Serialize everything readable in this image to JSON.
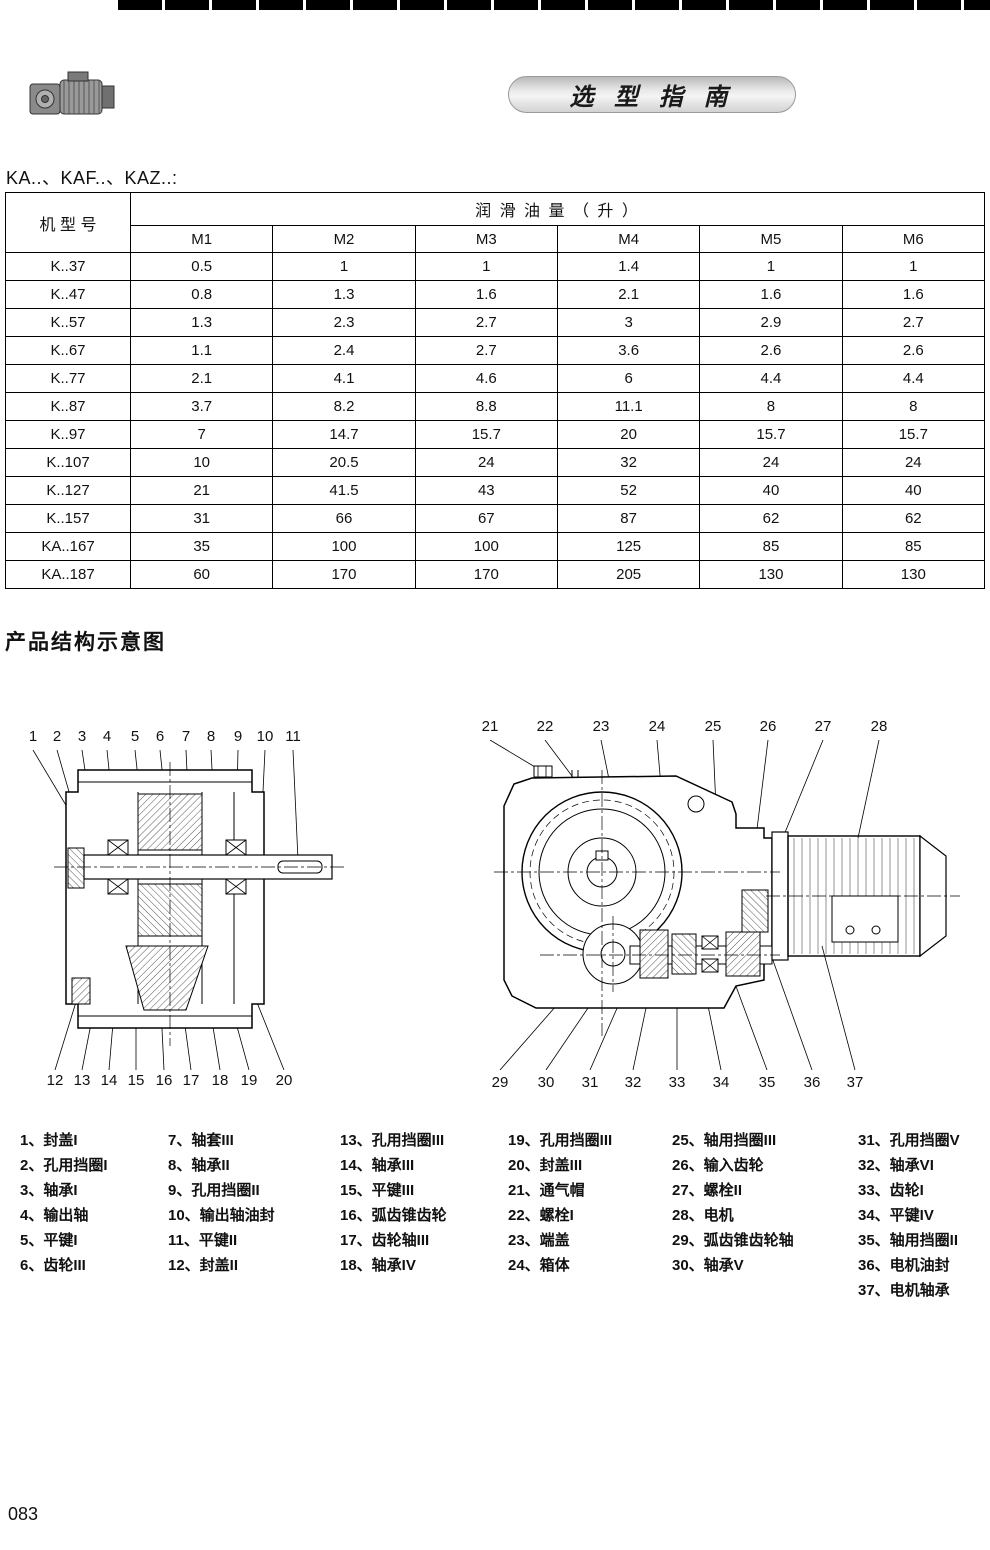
{
  "page_number": "083",
  "header": {
    "title": "选 型 指 南",
    "logo_icon": "gearmotor-photo"
  },
  "series_label": "KA..、KAF..、KAZ..:",
  "table": {
    "row_header": "机 型 号",
    "group_header": "润 滑 油 量 （ 升 ）",
    "columns": [
      "M1",
      "M2",
      "M3",
      "M4",
      "M5",
      "M6"
    ],
    "rows": [
      {
        "model": "K..37",
        "values": [
          "0.5",
          "1",
          "1",
          "1.4",
          "1",
          "1"
        ]
      },
      {
        "model": "K..47",
        "values": [
          "0.8",
          "1.3",
          "1.6",
          "2.1",
          "1.6",
          "1.6"
        ]
      },
      {
        "model": "K..57",
        "values": [
          "1.3",
          "2.3",
          "2.7",
          "3",
          "2.9",
          "2.7"
        ]
      },
      {
        "model": "K..67",
        "values": [
          "1.1",
          "2.4",
          "2.7",
          "3.6",
          "2.6",
          "2.6"
        ]
      },
      {
        "model": "K..77",
        "values": [
          "2.1",
          "4.1",
          "4.6",
          "6",
          "4.4",
          "4.4"
        ]
      },
      {
        "model": "K..87",
        "values": [
          "3.7",
          "8.2",
          "8.8",
          "11.1",
          "8",
          "8"
        ]
      },
      {
        "model": "K..97",
        "values": [
          "7",
          "14.7",
          "15.7",
          "20",
          "15.7",
          "15.7"
        ]
      },
      {
        "model": "K..107",
        "values": [
          "10",
          "20.5",
          "24",
          "32",
          "24",
          "24"
        ]
      },
      {
        "model": "K..127",
        "values": [
          "21",
          "41.5",
          "43",
          "52",
          "40",
          "40"
        ]
      },
      {
        "model": "K..157",
        "values": [
          "31",
          "66",
          "67",
          "87",
          "62",
          "62"
        ]
      },
      {
        "model": "KA..167",
        "values": [
          "35",
          "100",
          "100",
          "125",
          "85",
          "85"
        ]
      },
      {
        "model": "KA..187",
        "values": [
          "60",
          "170",
          "170",
          "205",
          "130",
          "130"
        ]
      }
    ]
  },
  "section_title": "产品结构示意图",
  "diagrams": {
    "left": {
      "top_callouts": [
        "1",
        "2",
        "3",
        "4",
        "5",
        "6",
        "7",
        "8",
        "9",
        "10",
        "11"
      ],
      "bottom_callouts": [
        "12",
        "13",
        "14",
        "15",
        "16",
        "17",
        "18",
        "19",
        "20"
      ]
    },
    "right": {
      "top_callouts": [
        "21",
        "22",
        "23",
        "24",
        "25",
        "26",
        "27",
        "28"
      ],
      "bottom_callouts": [
        "29",
        "30",
        "31",
        "32",
        "33",
        "34",
        "35",
        "36",
        "37"
      ]
    }
  },
  "legend_columns": [
    [
      "1、封盖I",
      "2、孔用挡圈I",
      "3、轴承I",
      "4、输出轴",
      "5、平键I",
      "6、齿轮III"
    ],
    [
      "7、轴套III",
      "8、轴承II",
      "9、孔用挡圈II",
      "10、输出轴油封",
      "11、平键II",
      "12、封盖II"
    ],
    [
      "13、孔用挡圈III",
      "14、轴承III",
      "15、平键III",
      "16、弧齿锥齿轮",
      "17、齿轮轴III",
      "18、轴承IV"
    ],
    [
      "19、孔用挡圈III",
      "20、封盖III",
      "21、通气帽",
      "22、螺栓I",
      "23、端盖",
      "24、箱体"
    ],
    [
      "25、轴用挡圈III",
      "26、输入齿轮",
      "27、螺栓II",
      "28、电机",
      "29、弧齿锥齿轮轴",
      "30、轴承V"
    ],
    [
      "31、孔用挡圈V",
      "32、轴承VI",
      "33、齿轮I",
      "34、平键IV",
      "35、轴用挡圈II",
      "36、电机油封",
      "37、电机轴承"
    ]
  ]
}
